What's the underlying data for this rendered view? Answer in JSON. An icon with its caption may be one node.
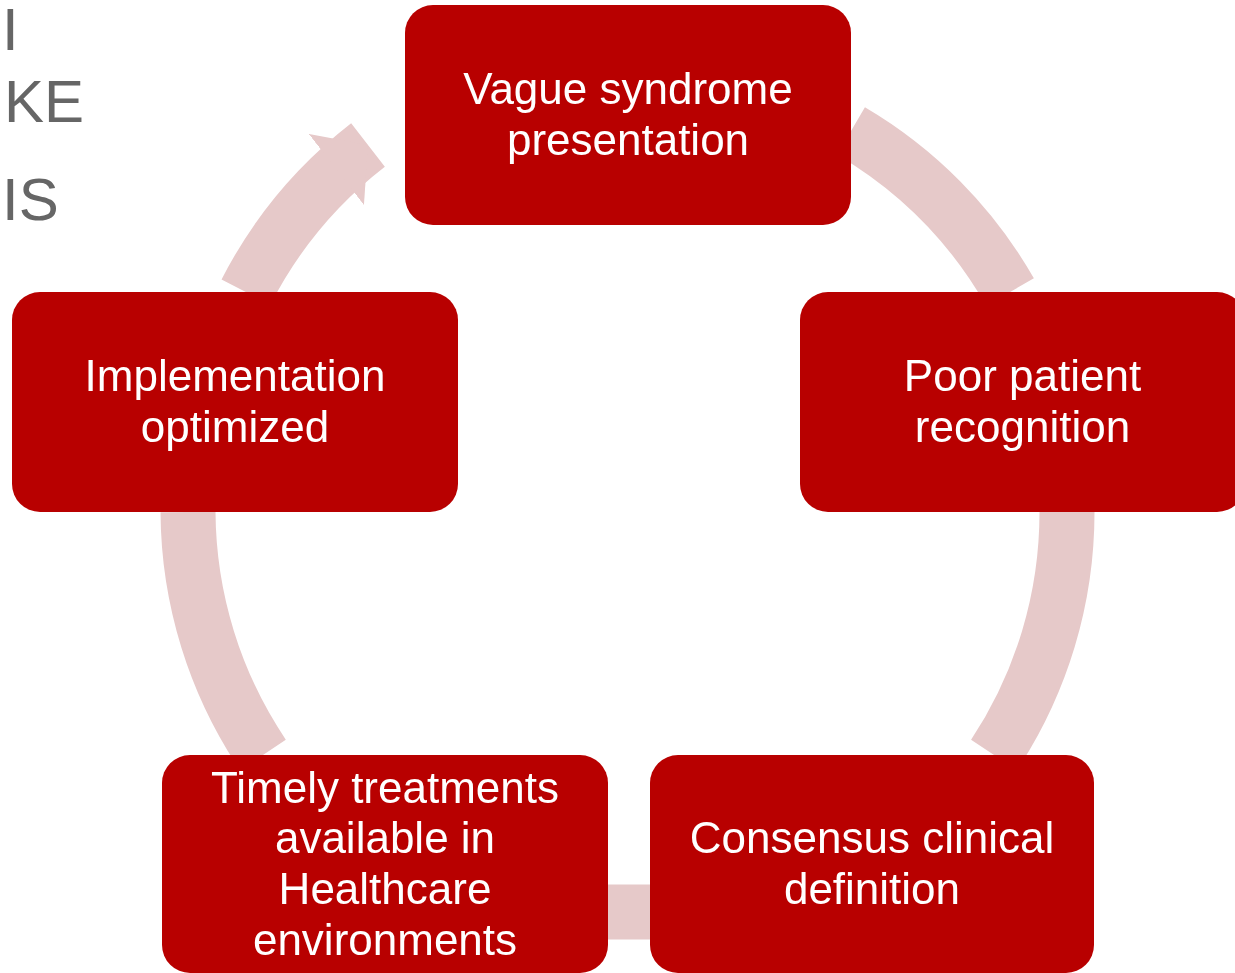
{
  "diagram": {
    "nodes": [
      {
        "text": [
          "Vague syndrome presentation"
        ]
      },
      {
        "text": [
          "Poor patient recognition"
        ]
      },
      {
        "text": [
          "Consensus clinical definition"
        ]
      },
      {
        "text": [
          "Timely treatments available in Healthcare environments"
        ]
      },
      {
        "text": [
          "Implementation optimized"
        ]
      }
    ],
    "edges": [
      {
        "from": 0,
        "to": 1,
        "arrow": "none"
      },
      {
        "from": 1,
        "to": 2,
        "arrow": "none"
      },
      {
        "from": 2,
        "to": 3,
        "arrow": "none"
      },
      {
        "from": 3,
        "to": 4,
        "arrow": "none"
      },
      {
        "from": 4,
        "to": 0,
        "arrow": "to"
      }
    ],
    "labels": [
      "I",
      "KE",
      "IS"
    ]
  }
}
